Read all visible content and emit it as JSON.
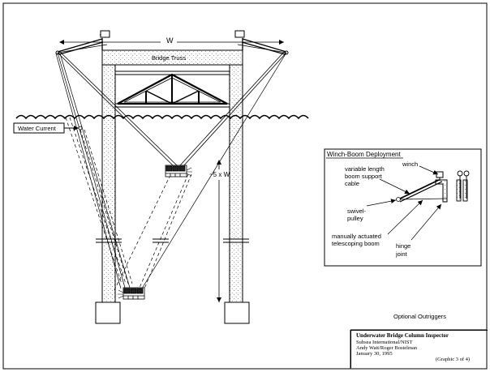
{
  "labels": {
    "width": "W",
    "bridge_truss": "Bridge Truss",
    "water_current": "Water Current",
    "depth": "~5 x W",
    "optional_outriggers": "Optional Outriggers"
  },
  "inset": {
    "title": "Winch-Boom Deployment",
    "winch": "winch",
    "cable": [
      "variable length",
      "boom support",
      "cable"
    ],
    "pulley": [
      "swivel-",
      "pulley"
    ],
    "boom": [
      "manually actuated",
      "telescoping boom"
    ],
    "hinge": [
      "hinge",
      "joint"
    ]
  },
  "title_block": {
    "title": "Underwater Bridge Column Inspector",
    "org": "Subsea International/NIST",
    "authors": "Andy Watt/Roger Bostelman",
    "date": "January 30, 1995",
    "sheet": "(Graphic 3 of 4)"
  }
}
